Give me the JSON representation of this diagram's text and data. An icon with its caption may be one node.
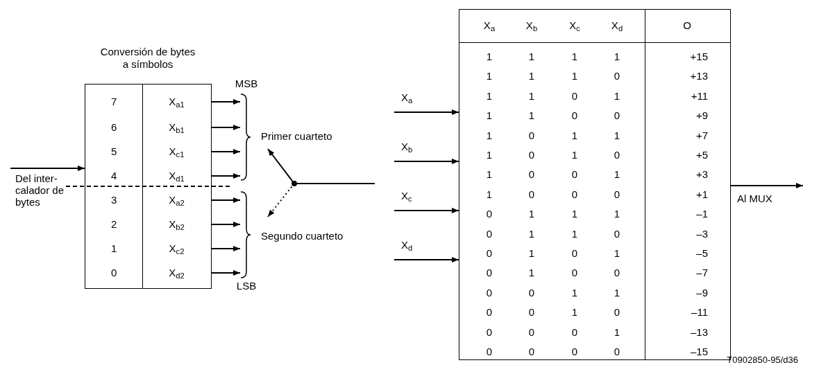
{
  "diagram": {
    "nodes": [
      {
        "text": [
          "Conversión de bytes a símbolos"
        ]
      },
      {
        "text": [
          "7",
          "X$_{a1}$"
        ],
        "in": 0
      },
      {
        "text": [
          "6",
          "X$_{b1}$"
        ],
        "in": 0
      },
      {
        "text": [
          "5",
          "X$_{c1}$"
        ],
        "in": 0
      },
      {
        "text": [
          "4",
          "X$_{d1}$"
        ],
        "in": 0
      },
      {
        "text": [
          "3",
          "X$_{a2}$"
        ],
        "in": 0
      },
      {
        "text": [
          "2",
          "X$_{b2}$"
        ],
        "in": 0
      },
      {
        "text": [
          "1",
          "X$_{c2}$"
        ],
        "in": 0
      },
      {
        "text": [
          "0",
          "X$_{d2}$"
        ],
        "in": 0
      },
      {
        "text": [
          "Primer cuarteto"
        ]
      },
      {
        "text": [
          "Segundo cuarteto"
        ]
      },
      {
        "text": [],
        "shape": "circle"
      },
      {
        "text": [],
        "shape": "box"
      },
      {
        "text": [],
        "shape": "brace"
      },
      {
        "text": [],
        "shape": "brace"
      }
    ],
    "edges": [
      {
        "from": null,
        "to": 0,
        "arrow": "to",
        "label": "Del inter- calador de bytes"
      },
      {
        "from": 0,
        "to": 13,
        "arrow": "to"
      },
      {
        "from": 0,
        "to": 13,
        "arrow": "to"
      },
      {
        "from": 0,
        "to": 13,
        "arrow": "to"
      },
      {
        "from": 0,
        "to": 13,
        "arrow": "to"
      },
      {
        "from": 0,
        "to": 14,
        "arrow": "to"
      },
      {
        "from": 0,
        "to": 14,
        "arrow": "to"
      },
      {
        "from": 0,
        "to": 14,
        "arrow": "to"
      },
      {
        "from": 0,
        "to": 14,
        "arrow": "to"
      },
      {
        "from": 11,
        "to": 9,
        "arrow": "to"
      },
      {
        "from": 11,
        "to": 10,
        "arrow": "to",
        "style": "dashed"
      },
      {
        "from": 11,
        "to": null,
        "arrow": "none"
      },
      {
        "from": null,
        "to": 12,
        "arrow": "to",
        "label": "X$_{a}$"
      },
      {
        "from": null,
        "to": 12,
        "arrow": "to",
        "label": "X$_{b}$"
      },
      {
        "from": null,
        "to": 12,
        "arrow": "to",
        "label": "X$_{c}$"
      },
      {
        "from": null,
        "to": 12,
        "arrow": "to",
        "label": "X$_{d}$"
      },
      {
        "from": 12,
        "to": null,
        "arrow": "to",
        "label": "Al MUX"
      }
    ],
    "labels": [
      "MSB",
      "LSB",
      "X$_{a}$",
      "X$_{b}$",
      "X$_{c}$",
      "X$_{d}$",
      "O",
      "1",
      "1",
      "1",
      "1",
      "+15",
      "1",
      "1",
      "1",
      "0",
      "+13",
      "1",
      "1",
      "0",
      "1",
      "+11",
      "1",
      "1",
      "0",
      "0",
      "+9",
      "1",
      "0",
      "1",
      "1",
      "+7",
      "1",
      "0",
      "1",
      "0",
      "+5",
      "1",
      "0",
      "0",
      "1",
      "+3",
      "1",
      "0",
      "0",
      "0",
      "+1",
      "0",
      "1",
      "1",
      "1",
      "–1",
      "0",
      "1",
      "1",
      "0",
      "–3",
      "0",
      "1",
      "0",
      "1",
      "–5",
      "0",
      "1",
      "0",
      "0",
      "–7",
      "0",
      "0",
      "1",
      "1",
      "–9",
      "0",
      "0",
      "1",
      "0",
      "–11",
      "0",
      "0",
      "0",
      "1",
      "–13",
      "0",
      "0",
      "0",
      "0",
      "–15",
      "T0902850-95/d36"
    ]
  }
}
